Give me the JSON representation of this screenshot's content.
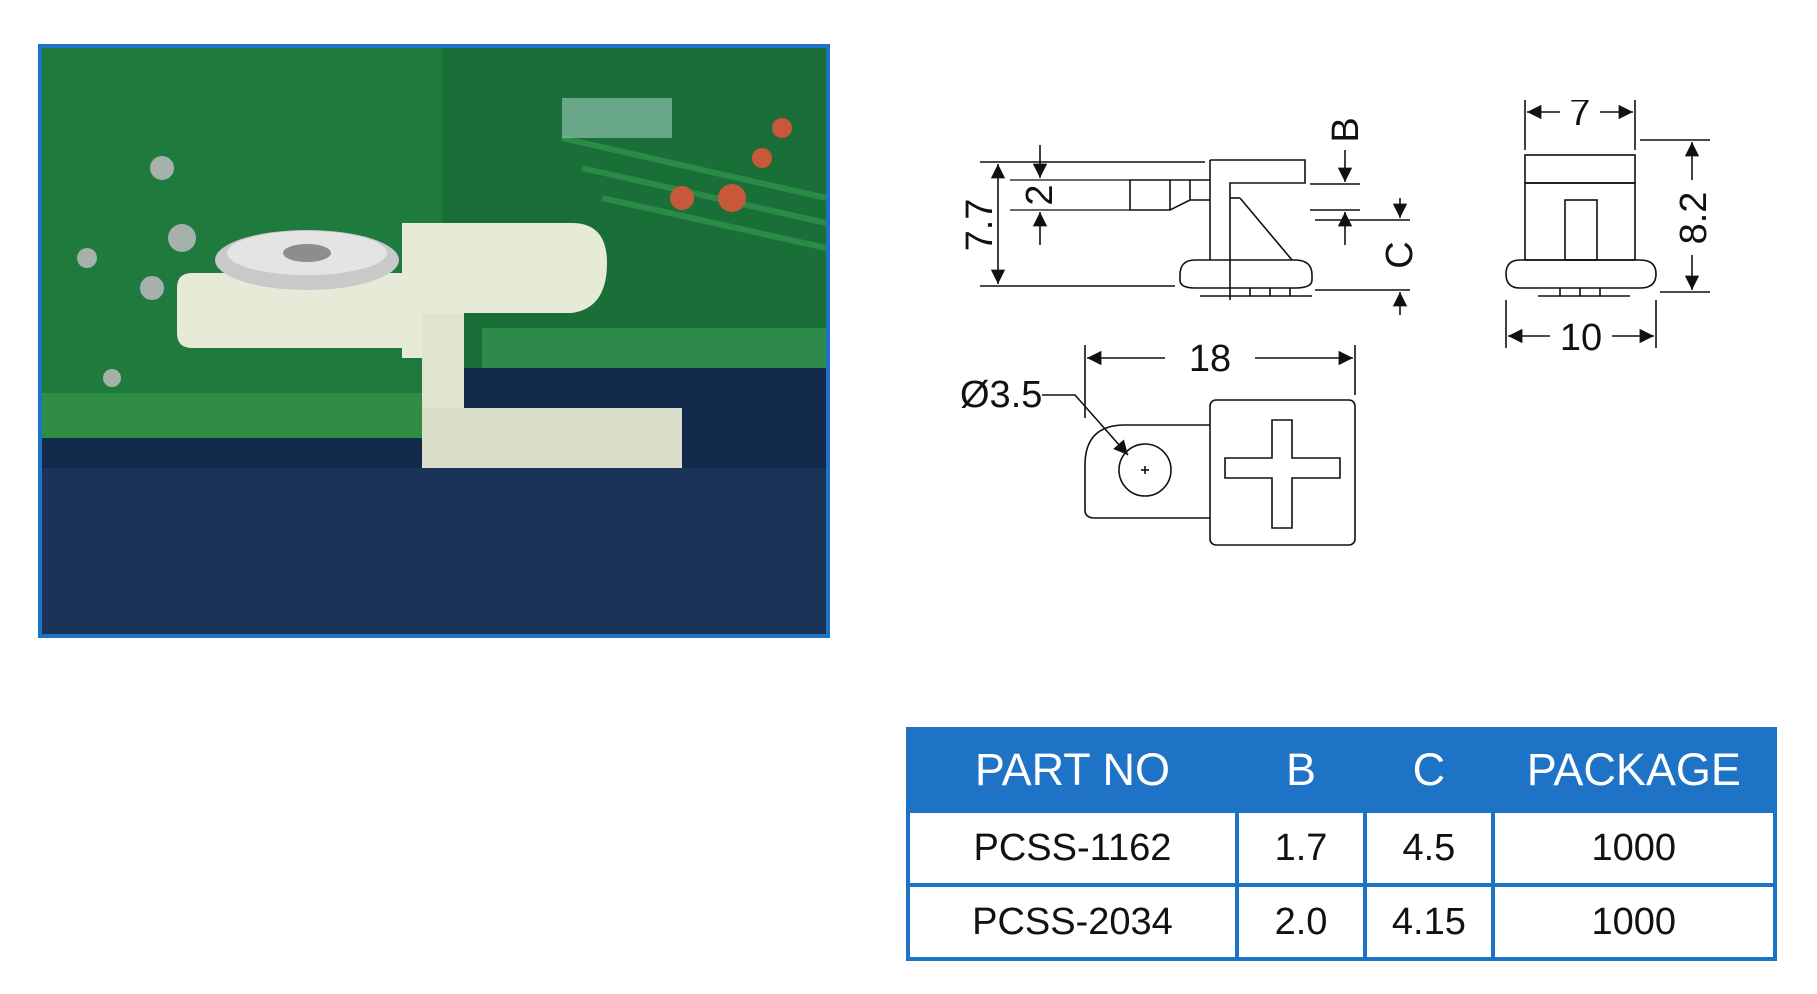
{
  "colors": {
    "accent": "#1f73c7",
    "pcb_green": "#1f7a3d",
    "support_white": "#e6ead6",
    "background": "#ffffff"
  },
  "drawing": {
    "dim_7_7": "7.7",
    "dim_2": "2",
    "dim_b": "B",
    "dim_c": "C",
    "dim_7": "7",
    "dim_8_2": "8.2",
    "dim_10": "10",
    "dim_18": "18",
    "dim_hole": "Ø3.5"
  },
  "table": {
    "headers": [
      "PART NO",
      "B",
      "C",
      "PACKAGE"
    ],
    "rows": [
      [
        "PCSS-1162",
        "1.7",
        "4.5",
        "1000"
      ],
      [
        "PCSS-2034",
        "2.0",
        "4.15",
        "1000"
      ]
    ]
  }
}
